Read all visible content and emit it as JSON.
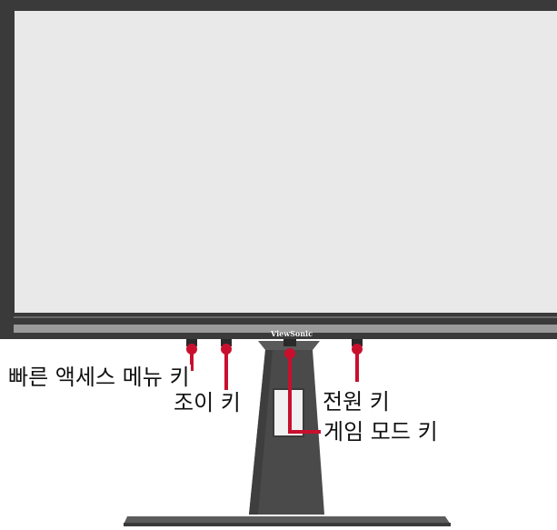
{
  "monitor": {
    "brand": "ViewSonic"
  },
  "labels": {
    "quick_access_menu_key": "빠른 액세스 메뉴 키",
    "joy_key": "조이 키",
    "power_key": "전원 키",
    "game_mode_key": "게임 모드 키"
  },
  "colors": {
    "callout": "#C8102E",
    "screen": "#E9E9E9",
    "bezel": "#3A3A3A",
    "stand": "#4A4A4A",
    "base": "#5C5C5C",
    "text": "#111111"
  }
}
